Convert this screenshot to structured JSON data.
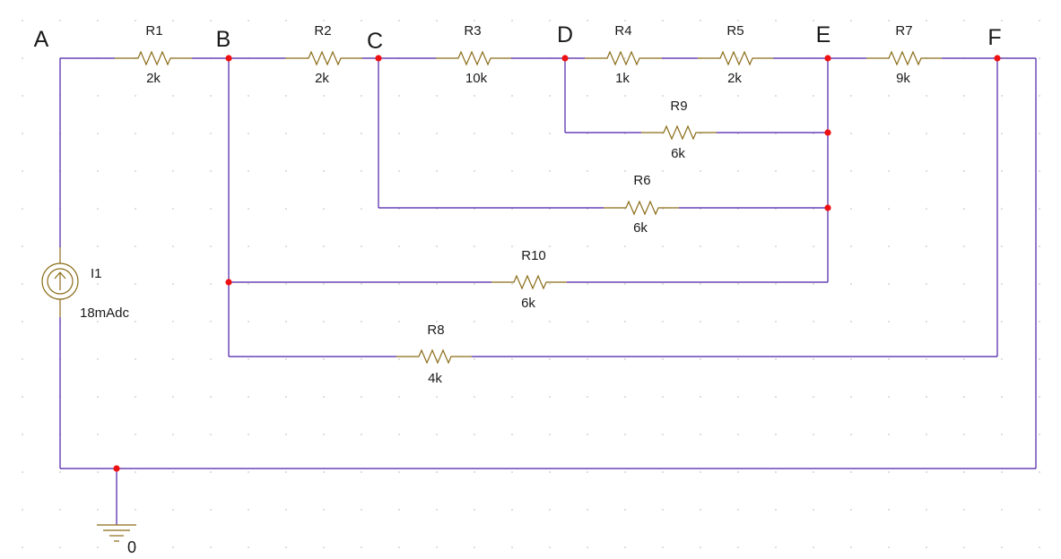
{
  "node_labels": {
    "A": "A",
    "B": "B",
    "C": "C",
    "D": "D",
    "E": "E",
    "F": "F"
  },
  "resistors": [
    {
      "name": "R1",
      "value": "2k"
    },
    {
      "name": "R2",
      "value": "2k"
    },
    {
      "name": "R3",
      "value": "10k"
    },
    {
      "name": "R4",
      "value": "1k"
    },
    {
      "name": "R5",
      "value": "2k"
    },
    {
      "name": "R7",
      "value": "9k"
    },
    {
      "name": "R9",
      "value": "6k"
    },
    {
      "name": "R6",
      "value": "6k"
    },
    {
      "name": "R10",
      "value": "6k"
    },
    {
      "name": "R8",
      "value": "4k"
    }
  ],
  "source": {
    "name": "I1",
    "value": "18mAdc"
  },
  "ground": {
    "label": "0"
  },
  "colors": {
    "wire": "#4b1ea8",
    "component": "#8a6b16",
    "junction": "#ee1111",
    "grid_dot": "#c8c8c8"
  }
}
